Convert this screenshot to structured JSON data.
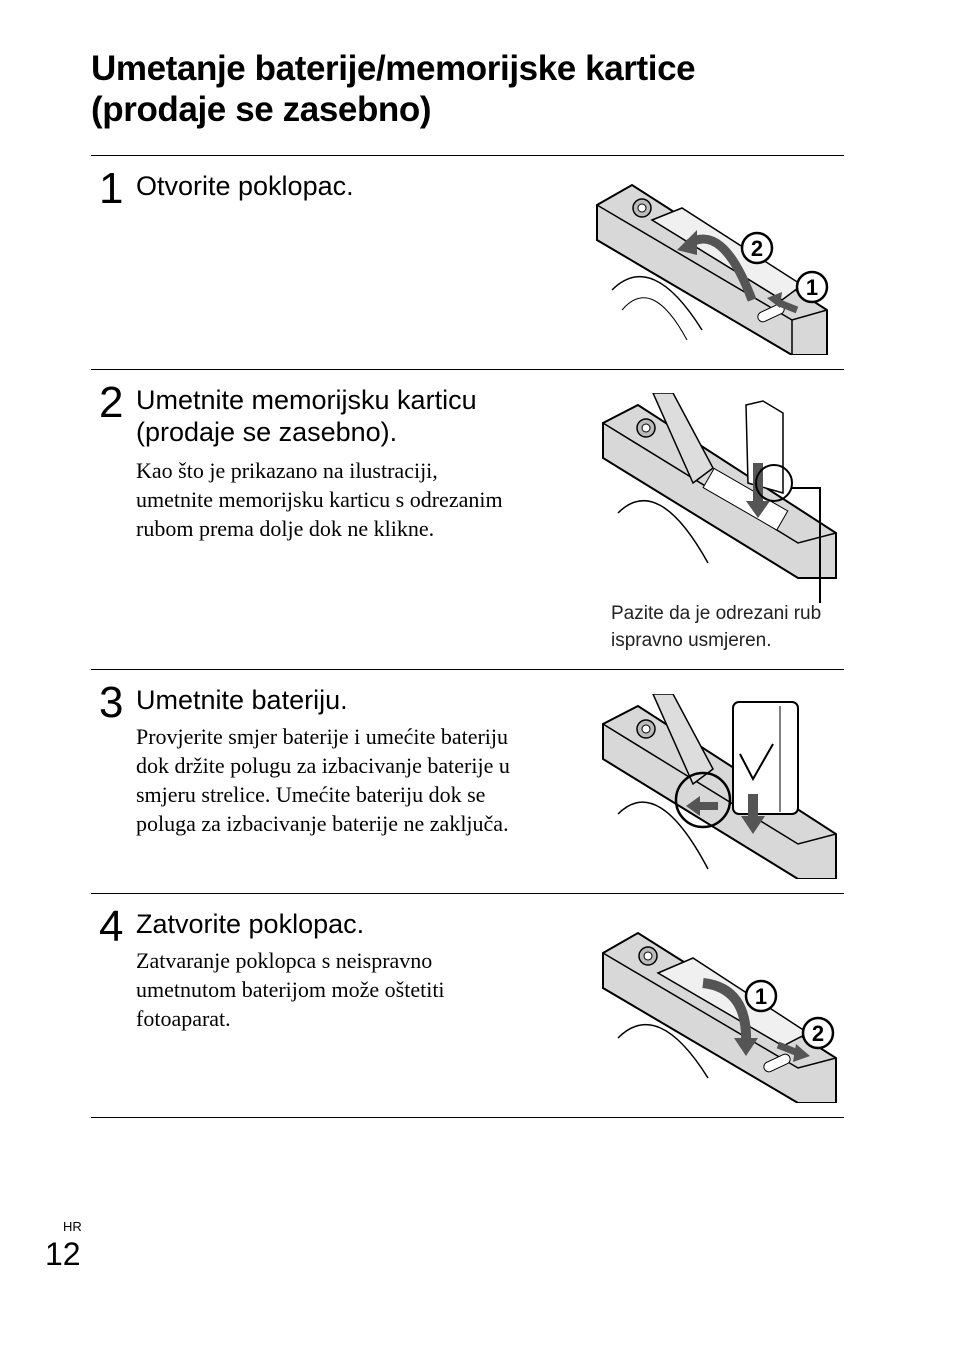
{
  "page": {
    "title_line1": "Umetanje baterije/memorijske kartice",
    "title_line2": "(prodaje se zasebno)",
    "language_code": "HR",
    "page_number": "12"
  },
  "steps": [
    {
      "number": "1",
      "heading": "Otvorite poklopac.",
      "body": "",
      "illustration": {
        "name": "camera-open-cover-illustration",
        "callouts": [
          "1",
          "2"
        ]
      }
    },
    {
      "number": "2",
      "heading_line1": "Umetnite memorijsku karticu",
      "heading_line2": "(prodaje se zasebno).",
      "body_lines": [
        "Kao što je prikazano na ilustraciji,",
        "umetnite memorijsku karticu s odrezanim",
        "rubom prema dolje dok ne klikne."
      ],
      "illustration": {
        "name": "camera-insert-memory-card-illustration"
      },
      "caption_lines": [
        "Pazite da je odrezani rub",
        "ispravno usmjeren."
      ]
    },
    {
      "number": "3",
      "heading": "Umetnite bateriju.",
      "body_lines": [
        "Provjerite smjer baterije i umećite bateriju",
        "dok držite polugu za izbacivanje baterije u",
        "smjeru strelice. Umećite bateriju dok se",
        "poluga za izbacivanje baterije ne zaključa."
      ],
      "illustration": {
        "name": "camera-insert-battery-illustration"
      }
    },
    {
      "number": "4",
      "heading": "Zatvorite poklopac.",
      "body_lines": [
        "Zatvaranje poklopca s neispravno",
        "umetnutom baterijom može oštetiti",
        "fotoaparat."
      ],
      "illustration": {
        "name": "camera-close-cover-illustration",
        "callouts": [
          "1",
          "2"
        ]
      }
    }
  ]
}
